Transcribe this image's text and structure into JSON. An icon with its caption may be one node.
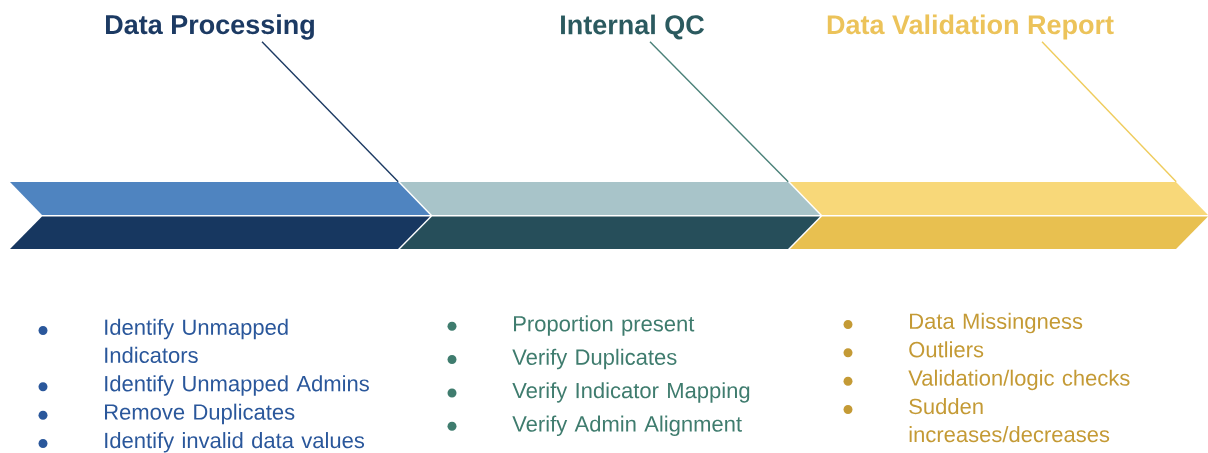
{
  "diagram": {
    "nodes": [
      {
        "text": [
          "Data Processing"
        ]
      },
      {
        "text": [
          "Internal QC"
        ]
      },
      {
        "text": [
          "Data Validation Report"
        ]
      },
      {
        "text": [],
        "shape": "chevron",
        "beside": [
          "Identify Unmapped Indicators",
          "Identify Unmapped Admins",
          "Remove Duplicates",
          "Identify invalid data values"
        ]
      },
      {
        "text": [],
        "shape": "chevron",
        "beside": [
          "Proportion present",
          "Verify Duplicates",
          "Verify Indicator Mapping",
          "Verify Admin Alignment"
        ]
      },
      {
        "text": [],
        "shape": "chevron",
        "beside": [
          "Data Missingness",
          "Outliers",
          "Validation/logic checks",
          "Sudden increases/decreases"
        ]
      }
    ],
    "edges": [
      {
        "from": 0,
        "to": 3,
        "arrow": "none",
        "color": "#1c3a63"
      },
      {
        "from": 1,
        "to": 4,
        "arrow": "none",
        "color": "#4a8078"
      },
      {
        "from": 2,
        "to": 5,
        "arrow": "none",
        "color": "#efcc5c"
      }
    ]
  }
}
